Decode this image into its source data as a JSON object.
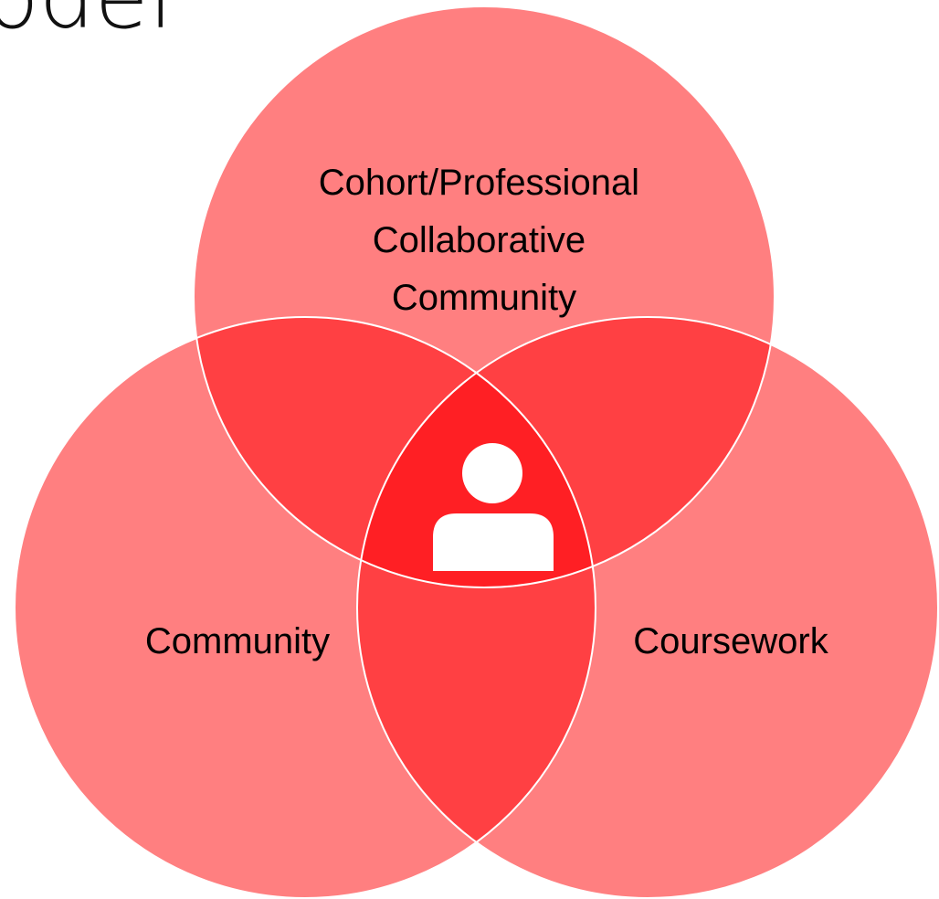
{
  "slide": {
    "title_fragment": "odel"
  },
  "venn": {
    "circles": [
      {
        "id": "top",
        "lines": [
          "Cohort/Professional",
          "Collaborative",
          "Community"
        ]
      },
      {
        "id": "left",
        "lines": [
          "Community"
        ]
      },
      {
        "id": "right",
        "lines": [
          "Coursework"
        ]
      }
    ],
    "center_icon": "person-icon",
    "colors": {
      "circle_fill": "#ff7f80",
      "pair_overlap": "#ff4043",
      "triple_overlap": "#ff1f24",
      "outline": "#ffffff",
      "icon": "#ffffff"
    }
  }
}
